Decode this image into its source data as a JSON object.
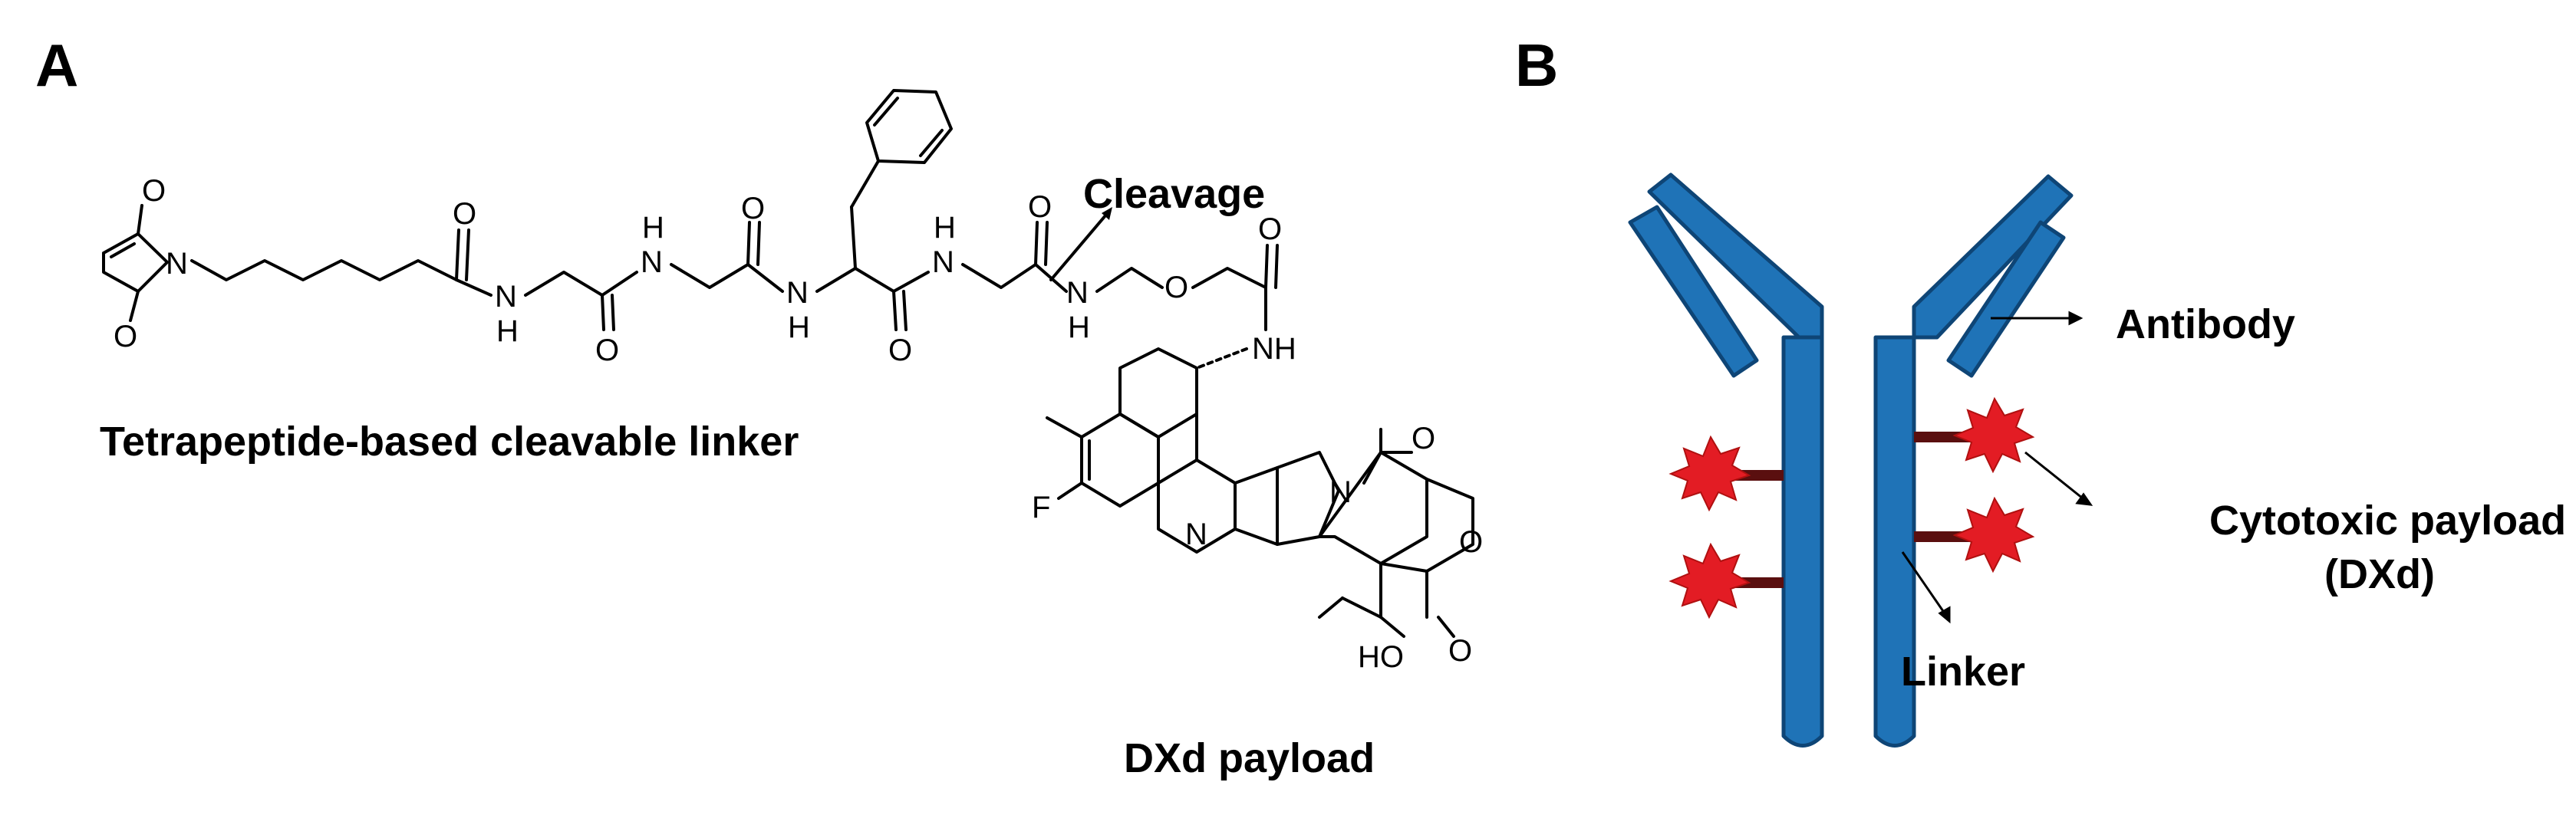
{
  "panel_a": {
    "letter": "A",
    "cleavage_label": "Cleavage",
    "linker_caption": "Tetrapeptide-based cleavable linker",
    "payload_caption": "DXd payload"
  },
  "panel_b": {
    "letter": "B",
    "antibody_label": "Antibody",
    "payload_label_line1": "Cytotoxic payload",
    "payload_label_line2": "(DXd)",
    "linker_label": "Linker"
  },
  "colors": {
    "antibody_fill": "#1f73b7",
    "antibody_stroke": "#0e4576",
    "payload_star": "#e31c24",
    "linker_bar": "#5a0f0f"
  }
}
